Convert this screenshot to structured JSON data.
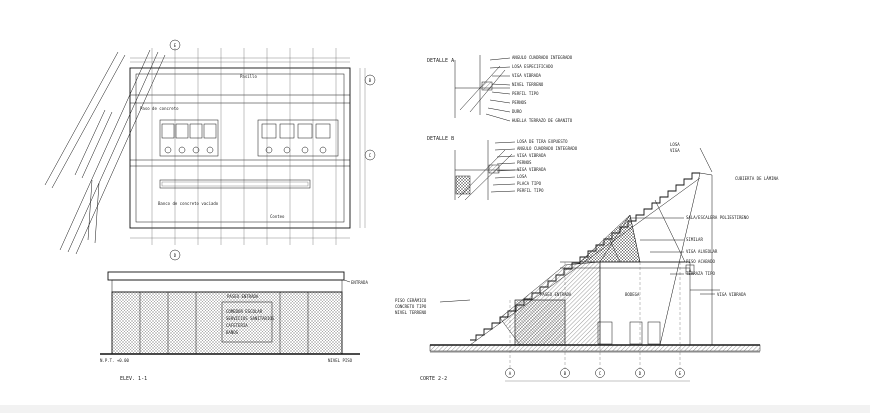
{
  "plan": {
    "axis_markers": [
      "B",
      "C",
      "D",
      "E"
    ],
    "top_label": "Pasillo",
    "left_label": "Paso de concreto",
    "bottom_label": "Banco de concreto vaciado",
    "right_label": "Conteo"
  },
  "elevation": {
    "title": "PASEO ENTRADA",
    "side_label": "ENTRADA",
    "note_left": "N.P.T. +0.00",
    "note_right": "NIVEL PISO",
    "sign_lines": [
      "COMEDOR ESCOLAR",
      "SERVICIOS SANITARIOS",
      "CAFETERIA",
      "BAÑOS"
    ],
    "caption": "ELEV. 1-1"
  },
  "detail_a": {
    "title": "DETALLE A",
    "notes": [
      "ANGULO CUADRADO INTEGRADO",
      "LOSA ESPECIFICADO",
      "VIGA VIBRADA",
      "NIVEL TERRENO",
      "PERFIL TIPO",
      "PERNOS",
      "DURO",
      "HUELLA TERRAZO DE GRANITO"
    ]
  },
  "detail_b": {
    "title": "DETALLE B",
    "notes": [
      "LOSA DE TIRA EXPUESTO",
      "ANGULO CUADRADO INTEGRADO",
      "VIGA VIBRADA",
      "PERNOS",
      "VIGA VIBRADA",
      "LOSA",
      "PLACA TIPO",
      "PERFIL TIPO"
    ]
  },
  "section": {
    "caption": "CORTE 2-2",
    "center_label": "PASEO ENTRADA",
    "right_label": "BODEGA",
    "left_notes": [
      "PISO CERÁMICO",
      "CONCRETO TIPO",
      "NIVEL TERRENO"
    ],
    "roof_notes": [
      "LOSA",
      "VIGA",
      "CUBIERTA DE LÁMINA"
    ],
    "right_notes": [
      "SALA/ESCALERA POLIESTIRENO",
      "SIMILAR",
      "VIGA ALVEOLAR",
      "PISO ACABADO",
      "TERRAZA TIPO",
      "VIGA VIBRADA"
    ],
    "axis_markers": [
      "A",
      "B",
      "C",
      "D",
      "E"
    ],
    "level_marker": "A"
  },
  "colors": {
    "line": "#111111",
    "background": "#ffffff"
  }
}
